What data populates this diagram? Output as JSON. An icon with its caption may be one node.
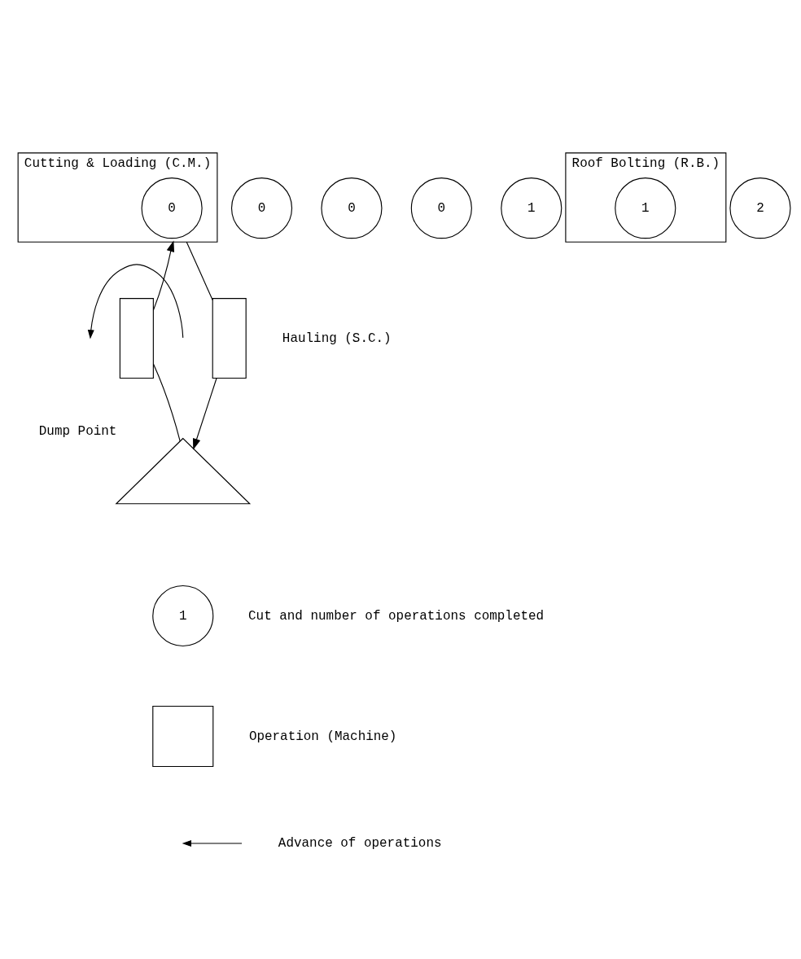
{
  "diagram": {
    "nodes": [
      {
        "text": [
          "0"
        ]
      },
      {
        "text": [
          "0"
        ]
      },
      {
        "text": [
          "0"
        ]
      },
      {
        "text": [
          "Cutting & Loading (C.M.)"
        ]
      },
      {
        "text": [
          "0"
        ],
        "in": 3
      },
      {
        "text": [
          "1"
        ]
      },
      {
        "text": [
          "Roof Bolting (R.B.)"
        ]
      },
      {
        "text": [
          "1"
        ],
        "in": 6
      },
      {
        "text": [
          "2"
        ]
      },
      {
        "text": [],
        "shape": "box"
      },
      {
        "text": [],
        "shape": "box"
      },
      {
        "text": [],
        "shape": "triangle",
        "beside": [
          "Dump Point"
        ]
      },
      {
        "text": [
          "1"
        ]
      },
      {
        "text": [],
        "shape": "square"
      }
    ],
    "edges": [
      {
        "from": 11,
        "to": 9,
        "arrow": "none"
      },
      {
        "from": 9,
        "to": 3,
        "arrow": "to"
      },
      {
        "from": 3,
        "to": 10,
        "arrow": "none"
      },
      {
        "from": 10,
        "to": 11,
        "arrow": "to"
      }
    ],
    "labels": [
      "Hauling (S.C.)"
    ],
    "legend": [
      {
        "text": "Cut and number of operations completed"
      },
      {
        "text": "Operation (Machine)"
      },
      {
        "text": "Advance of operations"
      }
    ]
  }
}
